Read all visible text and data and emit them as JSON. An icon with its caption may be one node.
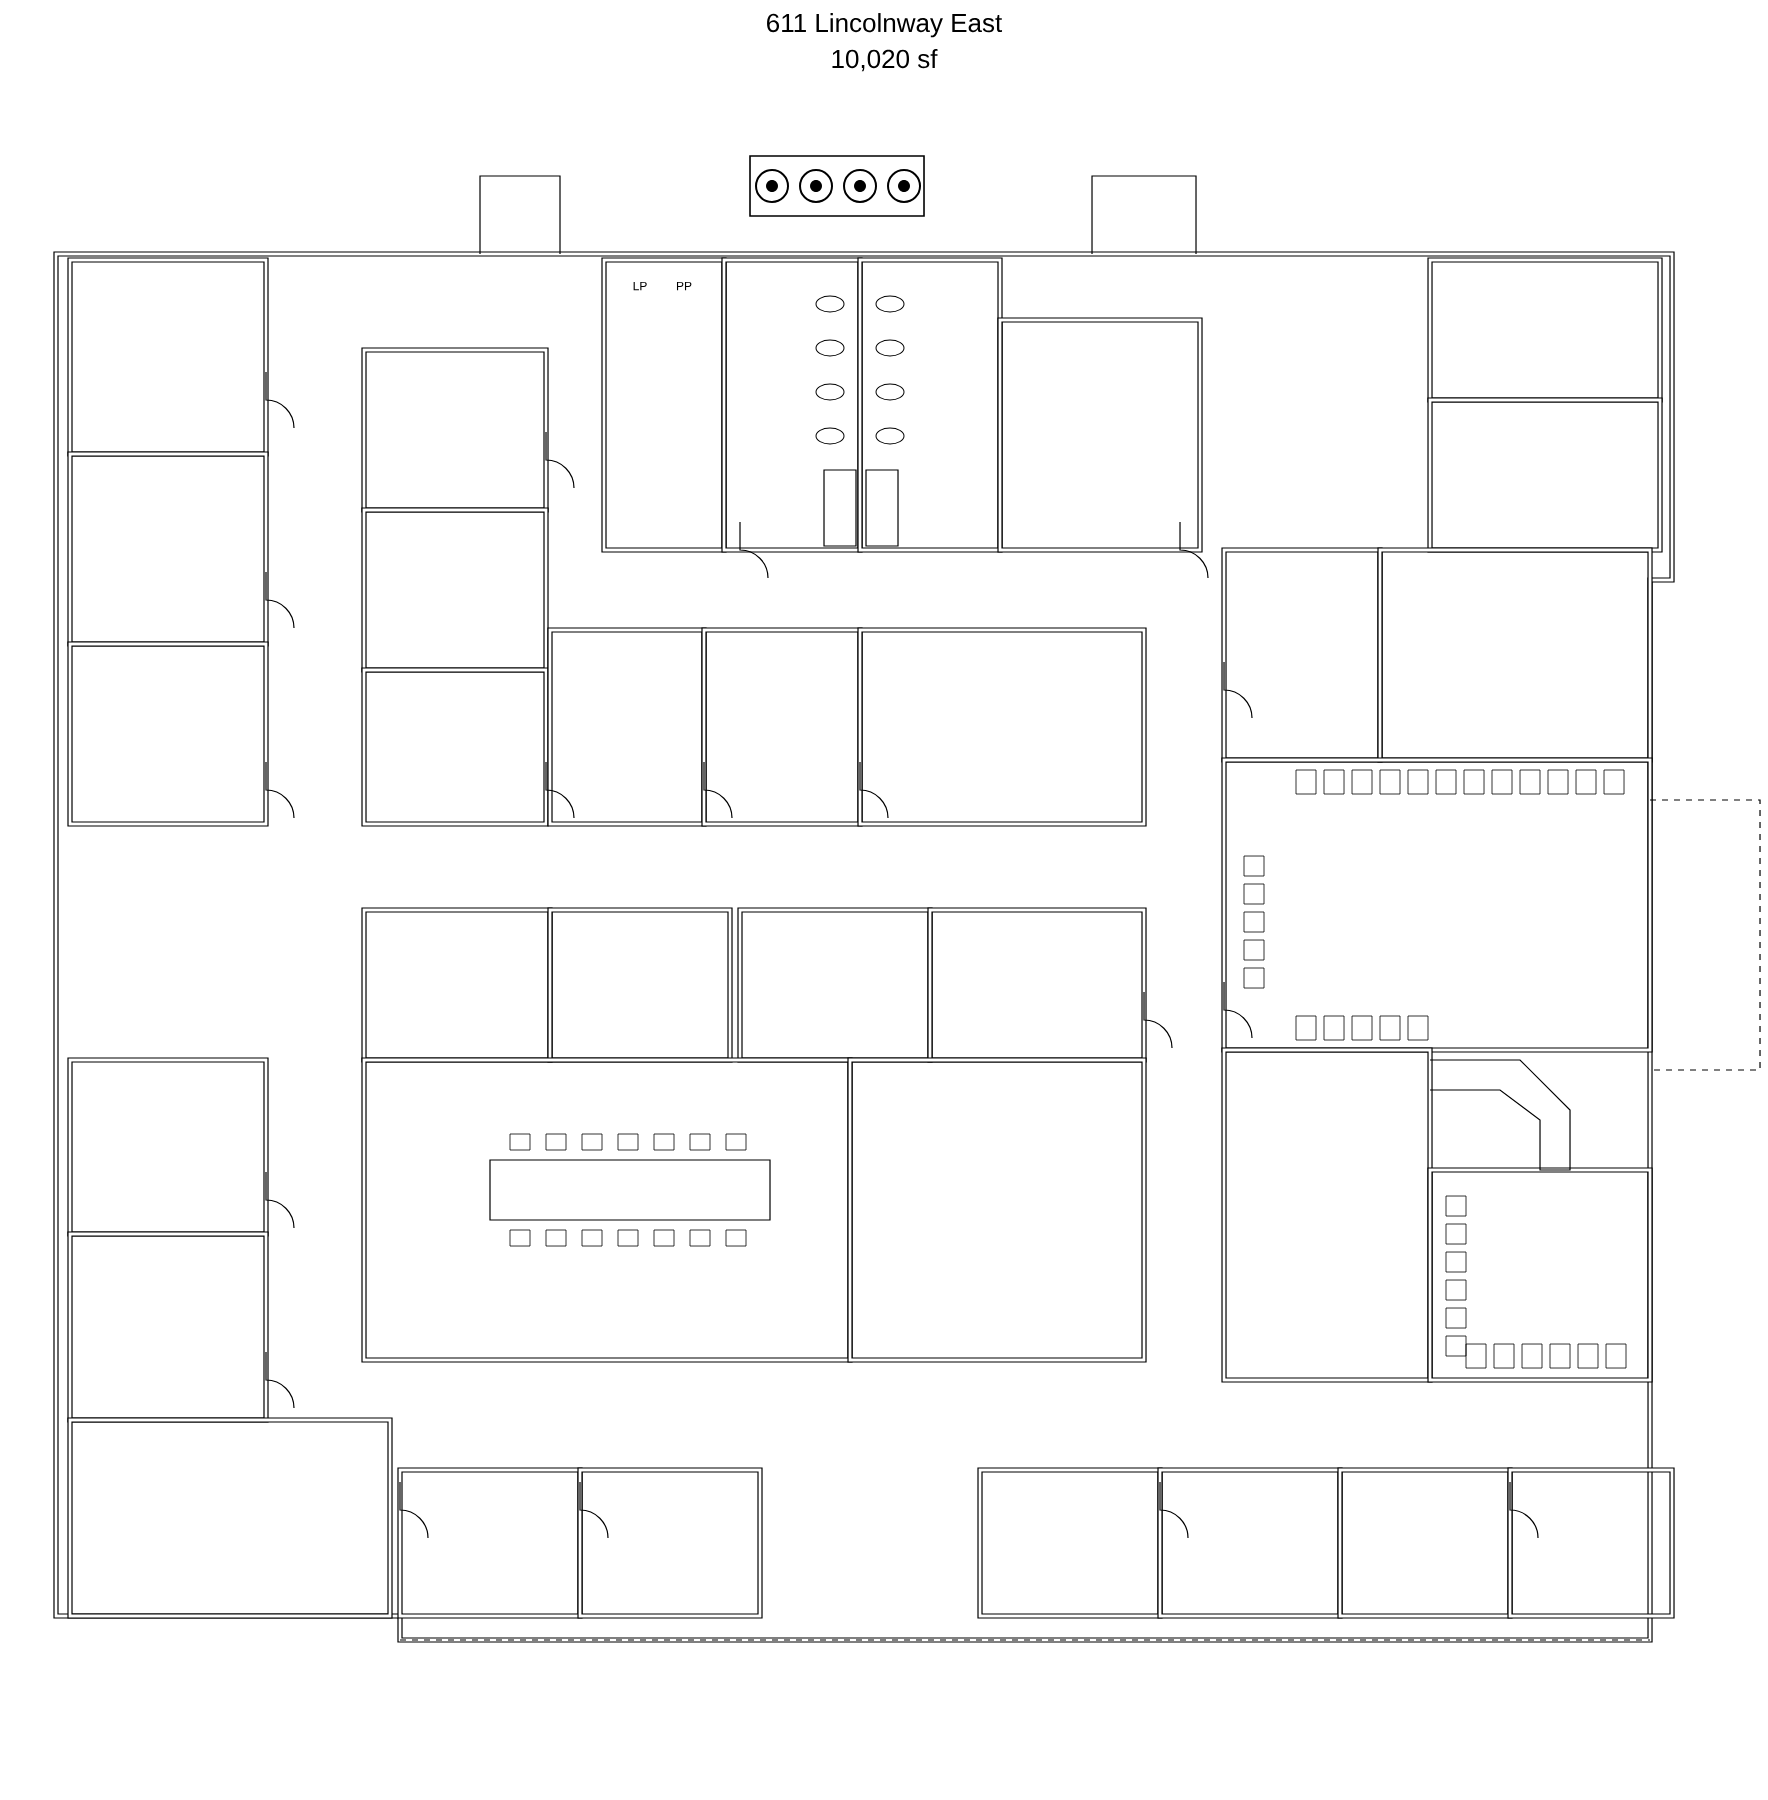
{
  "diagram": {
    "title": "611 Lincolnway East",
    "labels": [
      "10,020 sf",
      "LP",
      "PP"
    ]
  }
}
